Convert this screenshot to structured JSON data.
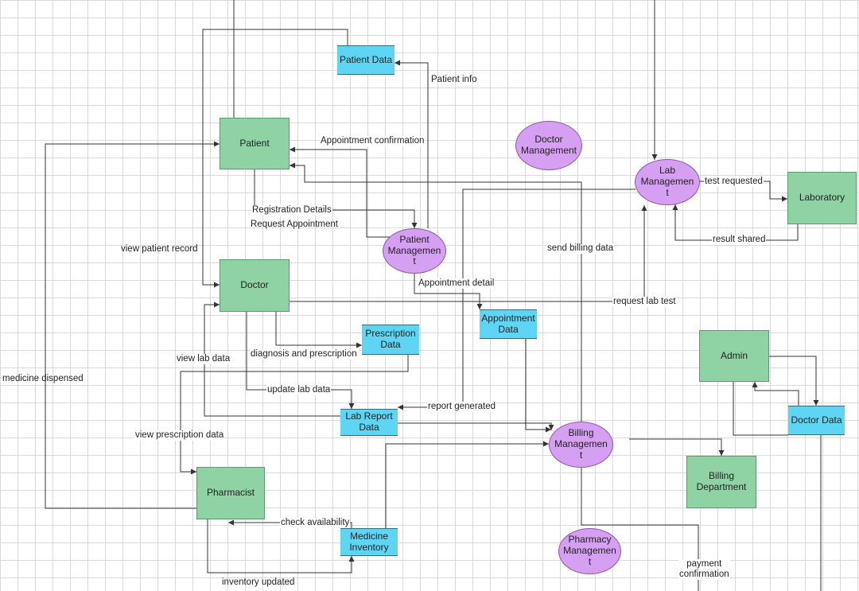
{
  "entities": {
    "patient": "Patient",
    "doctor": "Doctor",
    "laboratory": "Laboratory",
    "admin": "Admin",
    "pharmacist": "Pharmacist",
    "billing_department": "Billing\nDepartment"
  },
  "data_stores": {
    "patient_data": "Patient Data",
    "prescription_data": "Prescription\nData",
    "appointment_data": "Appointment\nData",
    "lab_report_data": "Lab Report\nData",
    "doctor_data": "Doctor Data",
    "medicine_inventory": "Medicine\nInventory"
  },
  "processes": {
    "doctor_management": "Doctor\nManagement",
    "lab_management": "Lab\nManagemen\nt",
    "patient_management": "Patient\nManagemen\nt",
    "billing_management": "Billing\nManagemen\nt",
    "pharmacy_management": "Pharmacy\nManagemen\nt"
  },
  "flow_labels": {
    "patient_info": "Patient info",
    "appointment_confirmation": "Appointment confirmation",
    "registration_details": "Registration Details",
    "request_appointment": "Request Appointment",
    "view_patient_record": "view patient record",
    "send_billing_data": "send billing data",
    "test_requested": "test requested",
    "result_shared": "result shared",
    "appointment_detail": "Appointment detail",
    "request_lab_test": "request lab test",
    "diagnosis_and_prescription": "diagnosis and prescription",
    "view_lab_data": "view lab data",
    "medicine_dispensed": "medicine dispensed",
    "update_lab_data": "update lab data",
    "report_generated": "report generated",
    "view_prescription_data": "view prescription data",
    "check_availability": "check availability",
    "inventory_updated": "inventory updated",
    "payment_confirmation": "payment\nconfirmation"
  },
  "colors": {
    "entity_fill": "#8fd3a5",
    "data_store_fill": "#5ed6f3",
    "process_fill": "#d59ff2",
    "line": "#333333",
    "grid": "#d9d9d9"
  }
}
